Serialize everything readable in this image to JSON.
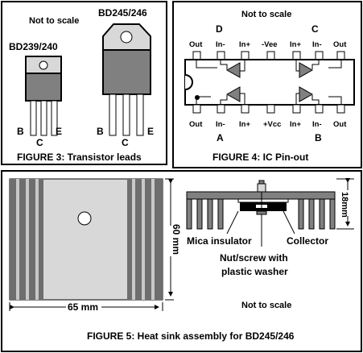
{
  "fig3": {
    "not_to_scale": "Not to scale",
    "left_part": "BD239/240",
    "right_part": "BD245/246",
    "lead_b": "B",
    "lead_c": "C",
    "lead_e": "E",
    "caption": "FIGURE 3: Transistor leads"
  },
  "fig4": {
    "not_to_scale": "Not to scale",
    "section_d": "D",
    "section_c": "C",
    "section_a": "A",
    "section_b": "B",
    "top_pins": [
      "Out",
      "In-",
      "In+",
      "-Vee",
      "In+",
      "In-",
      "Out"
    ],
    "bottom_pins": [
      "Out",
      "In-",
      "In+",
      "+Vcc",
      "In+",
      "In-",
      "Out"
    ],
    "caption": "FIGURE 4: IC Pin-out"
  },
  "fig5": {
    "dim_height": "60 mm",
    "dim_width": "65 mm",
    "dim_side": "18mm",
    "mica": "Mica insulator",
    "collector": "Collector",
    "nut_line1": "Nut/screw with",
    "nut_line2": "plastic washer",
    "not_to_scale": "Not to scale",
    "caption": "FIGURE 5: Heat sink assembly for BD245/246"
  },
  "colors": {
    "metal_light": "#d8d8d8",
    "metal_dark": "#808080",
    "fin_dark": "#6e6e6e",
    "fin_light": "#c8c8c8",
    "black": "#000000"
  }
}
